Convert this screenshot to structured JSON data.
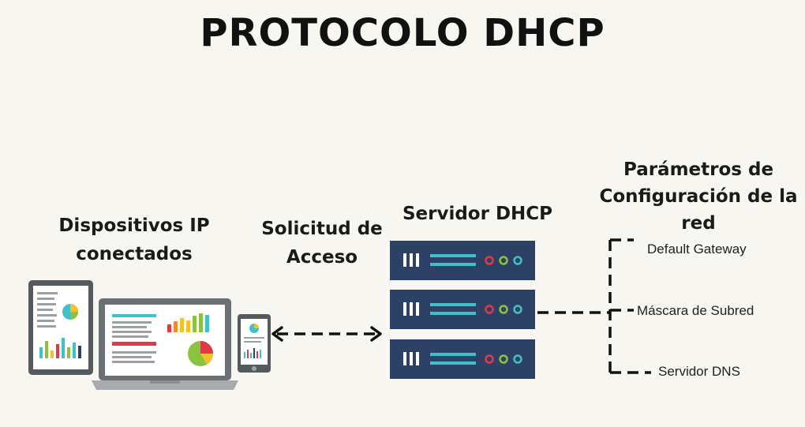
{
  "title": "PROTOCOLO DHCP",
  "devices": {
    "label_line1": "Dispositivos IP",
    "label_line2": "conectados"
  },
  "request": {
    "label_line1": "Solicitud de",
    "label_line2": "Acceso"
  },
  "server": {
    "label": "Servidor DHCP",
    "unit_count": 3
  },
  "parameters": {
    "heading_line1": "Parámetros de",
    "heading_line2": "Configuración de la",
    "heading_line3": "red",
    "items": [
      "Default Gateway",
      "Máscara de Subred",
      "Servidor DNS"
    ]
  },
  "colors": {
    "background": "#f8f6f0",
    "server_body": "#2d4166",
    "server_accent": "#3ec1c9",
    "led_red": "#e03a4a",
    "led_green": "#8ac43f",
    "led_blue": "#3ec1c9",
    "connector": "#111111"
  },
  "icons": [
    "tablet-icon",
    "laptop-icon",
    "phone-icon",
    "server-rack-icon"
  ]
}
